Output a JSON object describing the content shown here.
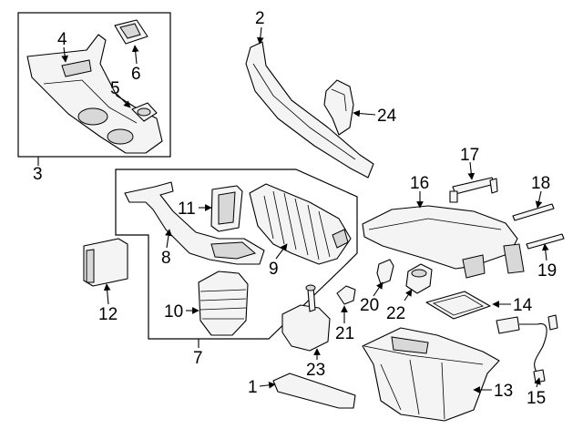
{
  "diagram": {
    "callouts": {
      "p1": "1",
      "p2": "2",
      "p3": "3",
      "p4": "4",
      "p5": "5",
      "p6": "6",
      "p7": "7",
      "p8": "8",
      "p9": "9",
      "p10": "10",
      "p11": "11",
      "p12": "12",
      "p13": "13",
      "p14": "14",
      "p15": "15",
      "p16": "16",
      "p17": "17",
      "p18": "18",
      "p19": "19",
      "p20": "20",
      "p21": "21",
      "p22": "22",
      "p23": "23",
      "p24": "24"
    }
  }
}
